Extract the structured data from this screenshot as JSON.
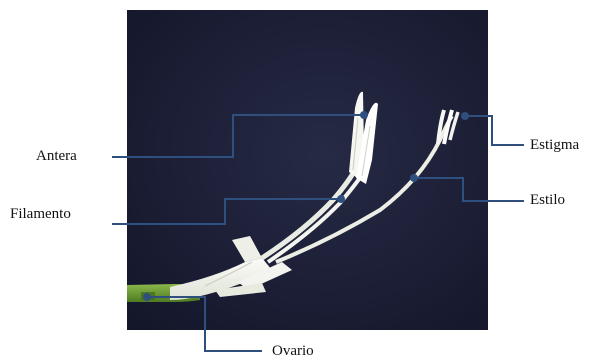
{
  "labels": {
    "antera": "Antera",
    "filamento": "Filamento",
    "ovario": "Ovario",
    "estigma": "Estigma",
    "estilo": "Estilo"
  },
  "colors": {
    "background": "#ffffff",
    "photo_bg": "#1b1e33",
    "leader_line": "#2f4f7f",
    "petal_white": "#f1f2ee",
    "stem_green": "#6f9a3a",
    "label_text": "#111111"
  }
}
